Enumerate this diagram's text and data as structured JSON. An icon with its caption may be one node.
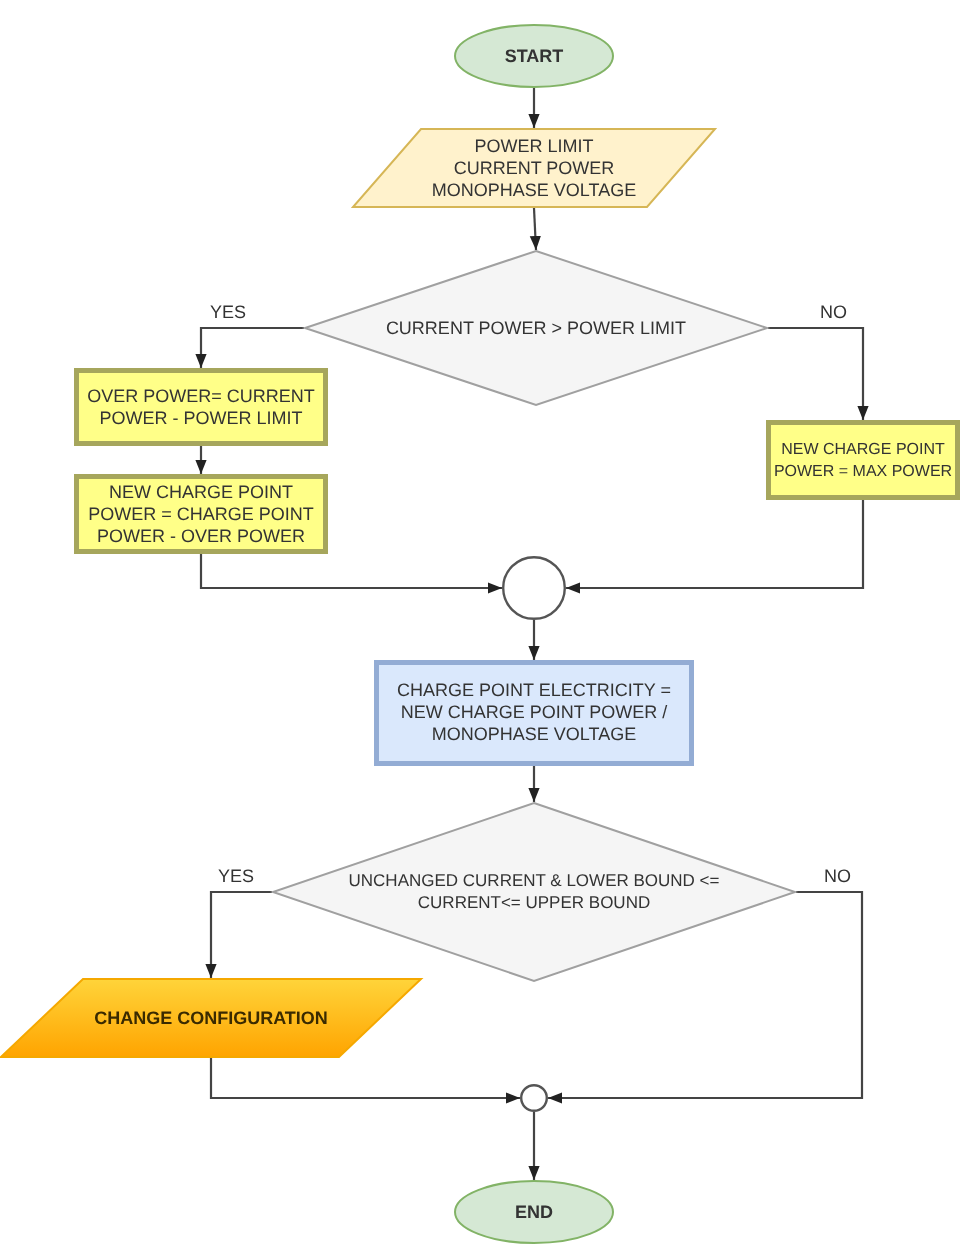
{
  "diagram": {
    "nodes": [
      {
        "text": [
          "START"
        ]
      },
      {
        "text": [
          "POWER LIMIT",
          "CURRENT POWER",
          "MONOPHASE VOLTAGE"
        ]
      },
      {
        "text": [
          "CURRENT POWER > POWER LIMIT"
        ]
      },
      {
        "text": [
          "OVER POWER= CURRENT POWER - POWER LIMIT"
        ]
      },
      {
        "text": [
          "NEW CHARGE POINT POWER = CHARGE POINT POWER - OVER POWER"
        ]
      },
      {
        "text": [
          "NEW CHARGE POINT POWER = MAX POWER"
        ]
      },
      {
        "text": [],
        "shape": "circle"
      },
      {
        "text": [
          "CHARGE POINT ELECTRICITY = NEW CHARGE POINT POWER / MONOPHASE VOLTAGE"
        ]
      },
      {
        "text": [
          "UNCHANGED CURRENT & LOWER BOUND <= CURRENT<= UPPER BOUND"
        ]
      },
      {
        "text": [
          "CHANGE CONFIGURATION"
        ]
      },
      {
        "text": [],
        "shape": "circle"
      },
      {
        "text": [
          "END"
        ]
      }
    ],
    "edges": [
      {
        "from": 0,
        "to": 1,
        "arrow": "to"
      },
      {
        "from": 1,
        "to": 2,
        "arrow": "to"
      },
      {
        "from": 2,
        "to": 3,
        "label": "YES",
        "arrow": "to"
      },
      {
        "from": 2,
        "to": 5,
        "label": "NO",
        "arrow": "to"
      },
      {
        "from": 3,
        "to": 4,
        "arrow": "to"
      },
      {
        "from": 4,
        "to": 6,
        "arrow": "to"
      },
      {
        "from": 5,
        "to": 6,
        "arrow": "to"
      },
      {
        "from": 6,
        "to": 7,
        "arrow": "to"
      },
      {
        "from": 7,
        "to": 8,
        "arrow": "to"
      },
      {
        "from": 8,
        "to": 9,
        "label": "YES",
        "arrow": "to"
      },
      {
        "from": 8,
        "to": 10,
        "label": "NO",
        "arrow": "to"
      },
      {
        "from": 9,
        "to": 10,
        "arrow": "to"
      },
      {
        "from": 10,
        "to": 11,
        "arrow": "to"
      }
    ]
  }
}
